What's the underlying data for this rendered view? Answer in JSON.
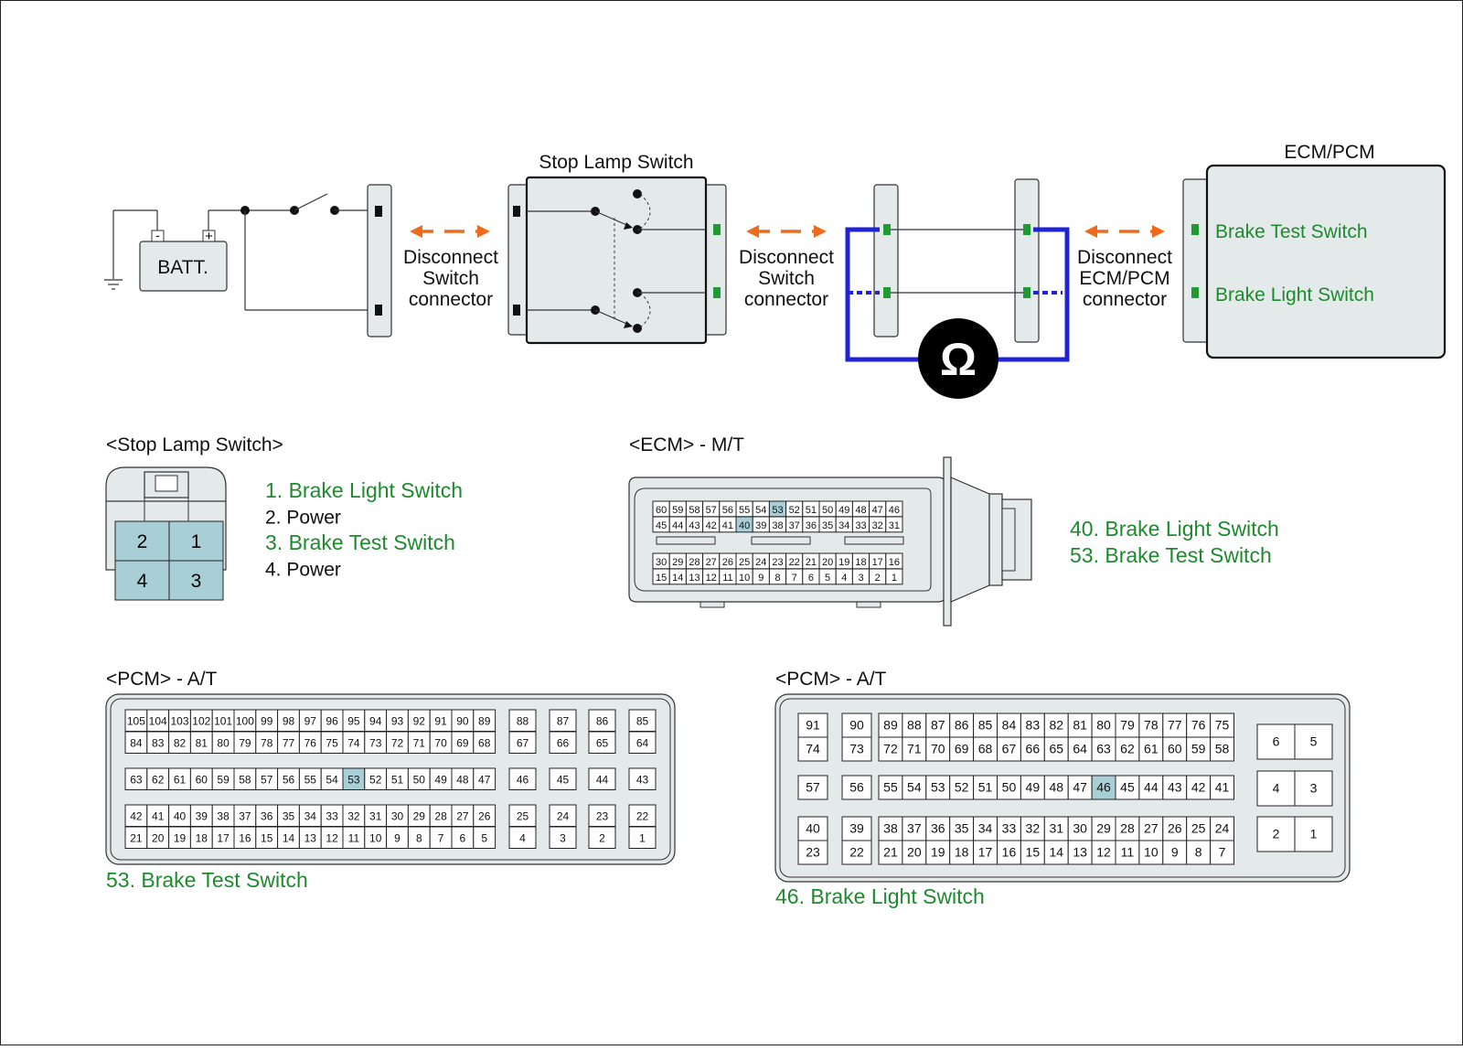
{
  "colors": {
    "green_text": "#1e8a2e",
    "arrow": "#ee6a1c",
    "meter_wire": "#1f23d6",
    "pin_terminal": "#1f9a35",
    "highlight_cell": "#a9cfd6",
    "housing": "#e4e9ea"
  },
  "circuit": {
    "battery": {
      "label": "BATT.",
      "minus": "-",
      "plus": "+"
    },
    "stop_lamp_switch_title": "Stop Lamp Switch",
    "ecm_pcm_title": "ECM/PCM",
    "disconnect_switch_1": [
      "Disconnect",
      "Switch",
      "connector"
    ],
    "disconnect_switch_2": [
      "Disconnect",
      "Switch",
      "connector"
    ],
    "disconnect_ecm": [
      "Disconnect",
      "ECM/PCM",
      "connector"
    ],
    "ecm_pins": [
      "Brake Test Switch",
      "Brake Light Switch"
    ],
    "ohmmeter_symbol": "Ω",
    "icons": [
      "ground-icon",
      "switch-icon",
      "double-arrow-icon",
      "ohmmeter-icon"
    ]
  },
  "stop_lamp_switch_connector": {
    "title": "<Stop Lamp Switch>",
    "top_pins": [
      "2",
      "1"
    ],
    "bottom_pins": [
      "4",
      "3"
    ],
    "legend": [
      {
        "text": "1. Brake Light Switch",
        "highlight": true
      },
      {
        "text": "2. Power",
        "highlight": false
      },
      {
        "text": "3. Brake Test Switch",
        "highlight": true
      },
      {
        "text": "4. Power",
        "highlight": false
      }
    ]
  },
  "ecm_mt": {
    "title": "<ECM> - M/T",
    "upper_row1": [
      "60",
      "59",
      "58",
      "57",
      "56",
      "55",
      "54",
      "53",
      "52",
      "51",
      "50",
      "49",
      "48",
      "47",
      "46"
    ],
    "upper_row2": [
      "45",
      "44",
      "43",
      "42",
      "41",
      "40",
      "39",
      "38",
      "37",
      "36",
      "35",
      "34",
      "33",
      "32",
      "31"
    ],
    "lower_row1": [
      "30",
      "29",
      "28",
      "27",
      "26",
      "25",
      "24",
      "23",
      "22",
      "21",
      "20",
      "19",
      "18",
      "17",
      "16"
    ],
    "lower_row2": [
      "15",
      "14",
      "13",
      "12",
      "11",
      "10",
      "9",
      "8",
      "7",
      "6",
      "5",
      "4",
      "3",
      "2",
      "1"
    ],
    "highlighted": [
      "40",
      "53"
    ],
    "legend": [
      "40. Brake Light Switch",
      "53. Brake Test Switch"
    ]
  },
  "pcm_at_1": {
    "title": "<PCM> - A/T",
    "block1_row1": [
      "105",
      "104",
      "103",
      "102",
      "101",
      "100",
      "99",
      "98",
      "97",
      "96",
      "95",
      "94",
      "93",
      "92",
      "91",
      "90",
      "89"
    ],
    "block1_row2": [
      "84",
      "83",
      "82",
      "81",
      "80",
      "79",
      "78",
      "77",
      "76",
      "75",
      "74",
      "73",
      "72",
      "71",
      "70",
      "69",
      "68"
    ],
    "block1_side_row1": [
      "88",
      "87",
      "86",
      "85"
    ],
    "block1_side_row2": [
      "67",
      "66",
      "65",
      "64"
    ],
    "block2_row": [
      "63",
      "62",
      "61",
      "60",
      "59",
      "58",
      "57",
      "56",
      "55",
      "54",
      "53",
      "52",
      "51",
      "50",
      "49",
      "48",
      "47"
    ],
    "block2_side": [
      "46",
      "45",
      "44",
      "43"
    ],
    "block3_row1": [
      "42",
      "41",
      "40",
      "39",
      "38",
      "37",
      "36",
      "35",
      "34",
      "33",
      "32",
      "31",
      "30",
      "29",
      "28",
      "27",
      "26"
    ],
    "block3_row2": [
      "21",
      "20",
      "19",
      "18",
      "17",
      "16",
      "15",
      "14",
      "13",
      "12",
      "11",
      "10",
      "9",
      "8",
      "7",
      "6",
      "5"
    ],
    "block3_side_row1": [
      "25",
      "24",
      "23",
      "22"
    ],
    "block3_side_row2": [
      "4",
      "3",
      "2",
      "1"
    ],
    "highlighted": [
      "53"
    ],
    "caption": "53. Brake Test Switch"
  },
  "pcm_at_2": {
    "title": "<PCM> - A/T",
    "top_left_col1": [
      "91",
      "74"
    ],
    "top_left_col2": [
      "90",
      "73"
    ],
    "top_row1": [
      "89",
      "88",
      "87",
      "86",
      "85",
      "84",
      "83",
      "82",
      "81",
      "80",
      "79",
      "78",
      "77",
      "76",
      "75"
    ],
    "top_row2": [
      "72",
      "71",
      "70",
      "69",
      "68",
      "67",
      "66",
      "65",
      "64",
      "63",
      "62",
      "61",
      "60",
      "59",
      "58"
    ],
    "mid_left": [
      "57",
      "56"
    ],
    "mid_row": [
      "55",
      "54",
      "53",
      "52",
      "51",
      "50",
      "49",
      "48",
      "47",
      "46",
      "45",
      "44",
      "43",
      "42",
      "41"
    ],
    "bot_left_col1": [
      "40",
      "23"
    ],
    "bot_left_col2": [
      "39",
      "22"
    ],
    "bot_row1": [
      "38",
      "37",
      "36",
      "35",
      "34",
      "33",
      "32",
      "31",
      "30",
      "29",
      "28",
      "27",
      "26",
      "25",
      "24"
    ],
    "bot_row2": [
      "21",
      "20",
      "19",
      "18",
      "17",
      "16",
      "15",
      "14",
      "13",
      "12",
      "11",
      "10",
      "9",
      "8",
      "7"
    ],
    "right_block": [
      [
        "6",
        "5"
      ],
      [
        "4",
        "3"
      ],
      [
        "2",
        "1"
      ]
    ],
    "highlighted": [
      "46"
    ],
    "caption": "46. Brake Light Switch"
  }
}
